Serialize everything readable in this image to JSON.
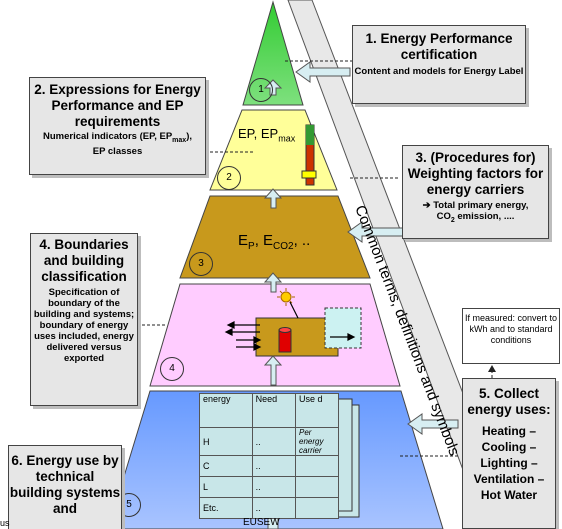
{
  "levels": {
    "l1": {
      "number": "1"
    },
    "l2": {
      "label_ep": "EP, EP",
      "label_max": "max",
      "number": "2"
    },
    "l3": {
      "label_e": "E",
      "sub_p": "P",
      "comma": ", E",
      "sub_co2": "CO2",
      "dots": ", ..",
      "number": "3"
    },
    "l4": {
      "number": "4"
    },
    "l5": {
      "number": "5"
    }
  },
  "banner": {
    "text": "Common terms, definitions and symbols"
  },
  "box1": {
    "title": "1. Energy Performance certification",
    "subtitle": "Content and models for Energy Label"
  },
  "box2": {
    "title": "2. Expressions for Energy Performance and EP requirements",
    "sub_a": "Numerical indicators (EP, EP",
    "sub_max": "max",
    "sub_b": "),",
    "sub_c": "EP classes"
  },
  "box3": {
    "title": "3. (Procedures for) Weighting factors for energy carriers",
    "sub_a": "➔ Total primary energy,",
    "sub_b": "CO",
    "sub_2": "2",
    "sub_c": " emission, ...."
  },
  "box4": {
    "title": "4. Boundaries and building classification",
    "body": "Specification of boundary of the building and systems; boundary of energy uses included, energy delivered versus exported"
  },
  "box5": {
    "title": "5. Collect energy uses:",
    "items": [
      "Heating –",
      "Cooling –",
      "Lighting –",
      "Ventilation –",
      "Hot Water"
    ]
  },
  "box6": {
    "title": "6. Energy use by technical building systems and"
  },
  "measured_note": {
    "text": "If measured: convert to kWh and to standard conditions"
  },
  "table": {
    "headers": [
      "energy",
      "Need",
      "Use d"
    ],
    "rows": [
      [
        "H",
        "..",
        "Per energy carrier"
      ],
      [
        "C",
        "..",
        ""
      ],
      [
        "L",
        "..",
        ""
      ],
      [
        "Etc.",
        "..",
        ""
      ]
    ]
  },
  "bottom": {
    "left": "us",
    "center": "EUSEW"
  },
  "colors": {
    "level1": "#33cc33",
    "level2": "#ffff99",
    "level3": "#c8991c",
    "level4": "#ffccff",
    "level5": "#6699ff",
    "banner": "#e8e8e8",
    "box": "#e6e6e6",
    "arrow": "#d7eef2"
  }
}
